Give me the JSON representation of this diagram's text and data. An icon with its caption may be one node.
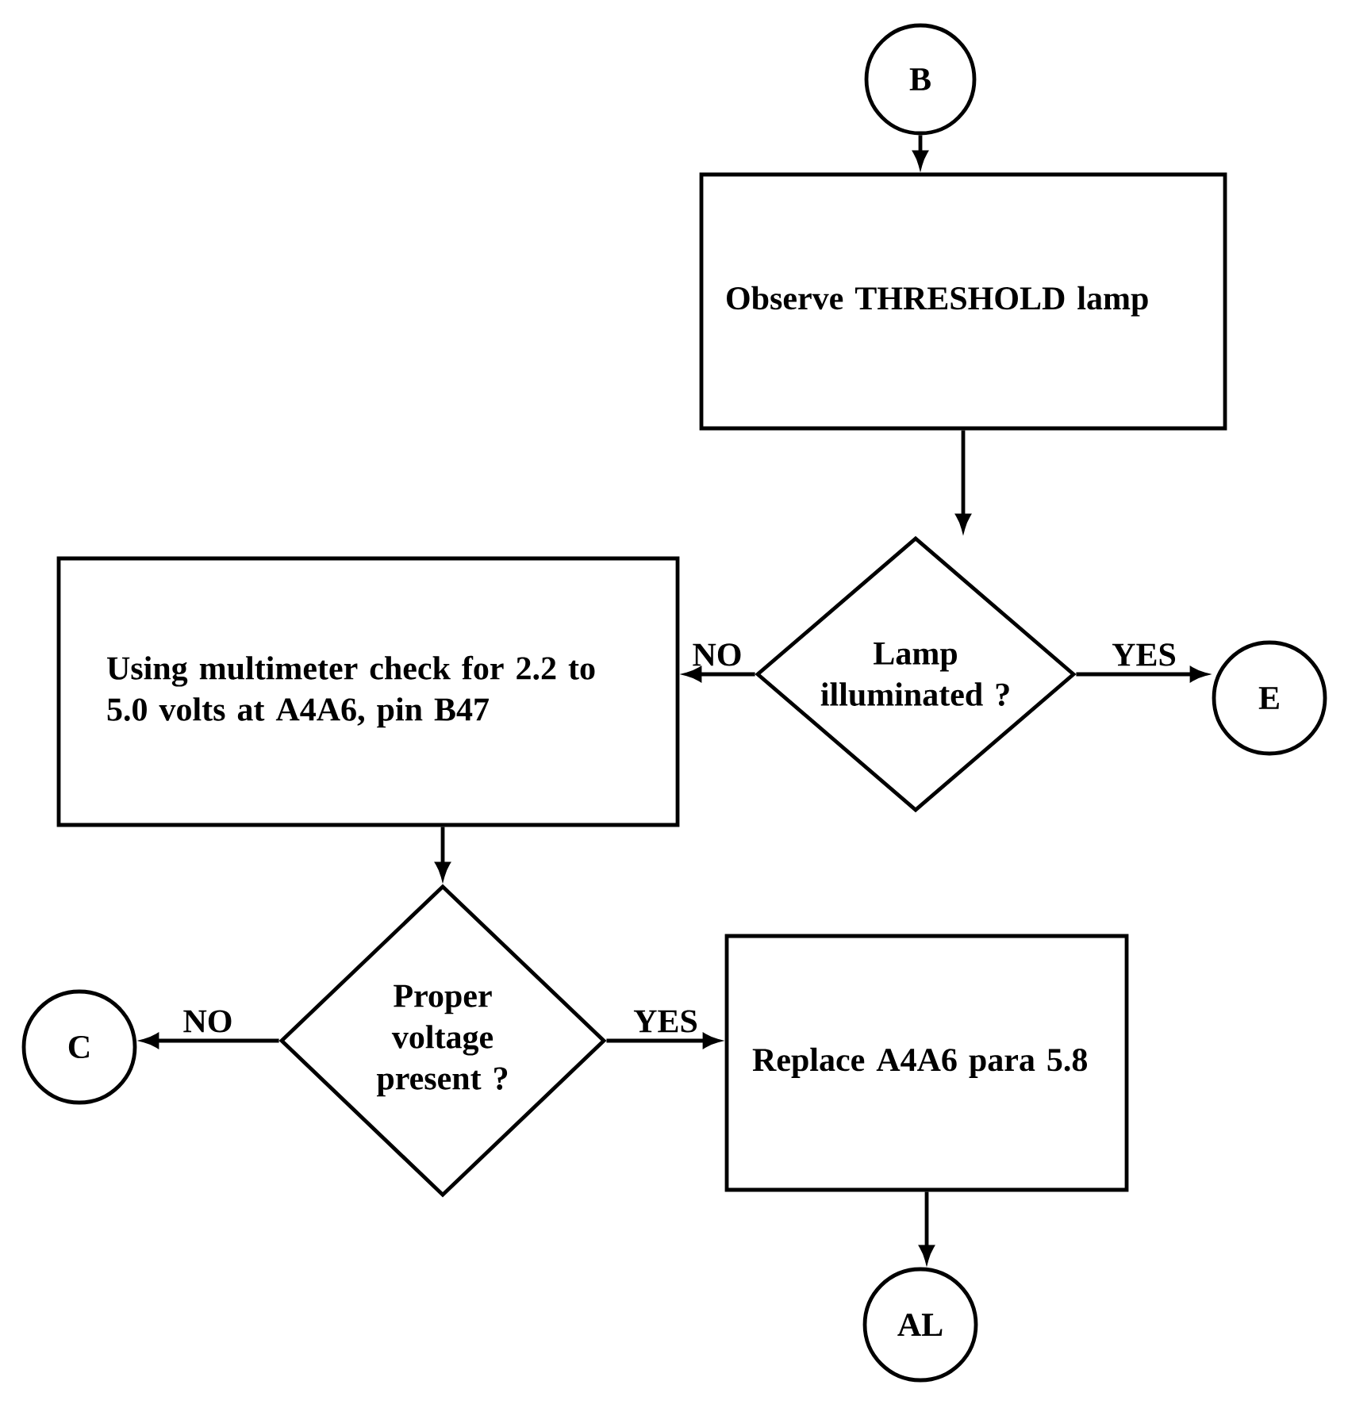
{
  "diagram": {
    "nodes": [
      {
        "text": [
          "B"
        ]
      },
      {
        "text": [
          "Observe THRESHOLD lamp"
        ]
      },
      {
        "text": [
          "Lamp illuminated ?"
        ]
      },
      {
        "text": [
          "E"
        ]
      },
      {
        "text": [
          "Using multimeter check for 2.2 to 5.0 volts at A4A6, pin B47"
        ]
      },
      {
        "text": [
          "Proper voltage present ?"
        ]
      },
      {
        "text": [
          "C"
        ]
      },
      {
        "text": [
          "Replace A4A6 para 5.8"
        ]
      },
      {
        "text": [
          "AL"
        ]
      }
    ],
    "edges": [
      {
        "from": 0,
        "to": 1,
        "arrow": "to"
      },
      {
        "from": 1,
        "to": 2,
        "arrow": "to"
      },
      {
        "from": 2,
        "to": 4,
        "arrow": "to",
        "label": "NO"
      },
      {
        "from": 2,
        "to": 3,
        "arrow": "to",
        "label": "YES"
      },
      {
        "from": 4,
        "to": 5,
        "arrow": "to"
      },
      {
        "from": 5,
        "to": 6,
        "arrow": "to",
        "label": "NO"
      },
      {
        "from": 5,
        "to": 7,
        "arrow": "to",
        "label": "YES"
      },
      {
        "from": 7,
        "to": 8,
        "arrow": "to"
      }
    ]
  }
}
